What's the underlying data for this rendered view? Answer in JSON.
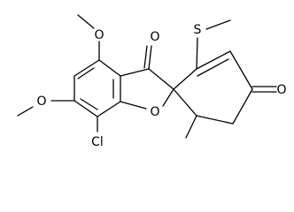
{
  "molecule": {
    "atoms": {
      "o_methoxy_top": "O",
      "o_methoxy_left": "O",
      "o_ketone_5ring": "O",
      "o_ring": "O",
      "cl": "Cl",
      "s_methylthio": "S",
      "o_ketone_6ring": "O"
    }
  }
}
